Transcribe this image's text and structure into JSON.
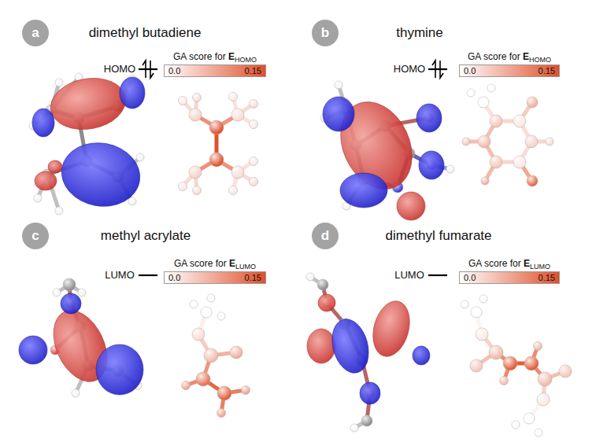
{
  "diagram": {
    "nodes": [
      {
        "text": [
          "a"
        ]
      },
      {
        "text": [
          "b"
        ]
      },
      {
        "text": [
          "0.0",
          "0.15"
        ]
      },
      {
        "text": [
          "0.0",
          "0.15"
        ]
      },
      {
        "text": [
          "c"
        ]
      },
      {
        "text": [
          "d"
        ]
      },
      {
        "text": [
          "0.0",
          "0.15"
        ]
      },
      {
        "text": [
          "0.0",
          "0.15"
        ]
      }
    ],
    "labels": [
      "dimethyl butadiene",
      "thymine",
      "HOMO",
      "GA score for",
      "E",
      "HOMO",
      "HOMO",
      "GA score for",
      "E",
      "HOMO",
      "methyl acrylate",
      "dimethyl fumarate",
      "LUMO",
      "GA score for",
      "E",
      "LUMO",
      "LUMO",
      "GA score for",
      "E",
      "LUMO"
    ]
  }
}
